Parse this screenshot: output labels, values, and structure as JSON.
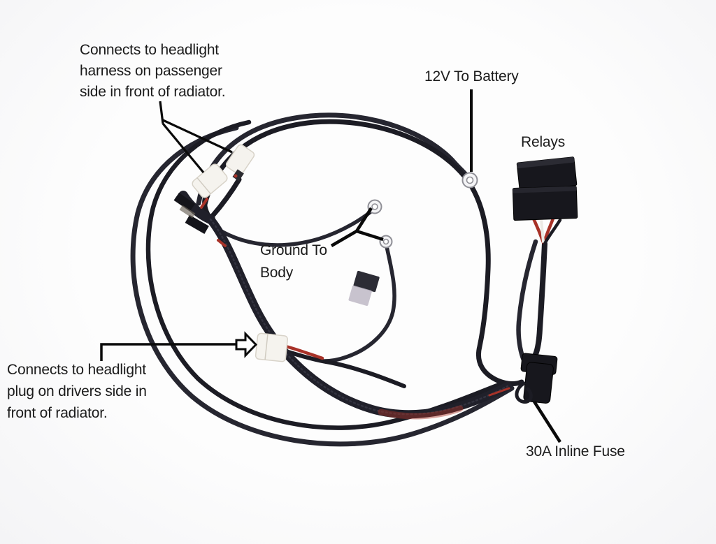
{
  "labels": {
    "passenger_connector": {
      "line1": "Connects to headlight",
      "line2": "harness on passenger",
      "line3": "side in front of radiator."
    },
    "battery": {
      "text": "12V To Battery"
    },
    "relays": {
      "text": "Relays"
    },
    "ground": {
      "line1": "Ground To",
      "line2": "Body"
    },
    "drivers_connector": {
      "line1": "Connects to headlight",
      "line2": "plug on drivers side in",
      "line3": "front of radiator."
    },
    "fuse": {
      "text": "30A Inline Fuse"
    }
  },
  "colors": {
    "background": "#fdfdfd",
    "text": "#1b1b1b",
    "annotation": "#0a0a0a",
    "cable": "#262630",
    "cable-dark": "#1c1c24",
    "sleeve": "#20202a",
    "red-wire": "#a83228",
    "white-wire": "#ece9e4",
    "relay": "#17171d",
    "connector": "#f5f3ee",
    "connector-edge": "#d8d3c9",
    "ring": "#8f8f96"
  }
}
